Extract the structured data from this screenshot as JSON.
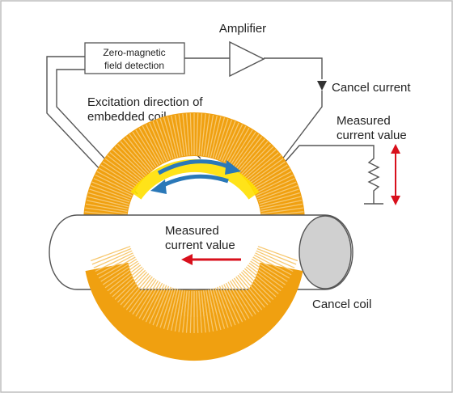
{
  "labels": {
    "amplifier": "Amplifier",
    "zero_magnetic_line1": "Zero-magnetic",
    "zero_magnetic_line2": "field detection",
    "cancel_current": "Cancel current",
    "excitation_line1": "Excitation direction of",
    "excitation_line2": "embedded coil",
    "measured_right_line1": "Measured",
    "measured_right_line2": "current value",
    "measured_center_line1": "Measured",
    "measured_center_line2": "current value",
    "cancel_coil": "Cancel coil"
  },
  "colors": {
    "coil_orange": "#f0a010",
    "coil_stripe": "#f7c870",
    "inner_ring_yellow": "#ffe000",
    "excitation_arrow_blue": "#2a78b8",
    "current_arrow_red": "#d8101c",
    "conductor_end_gray": "#d0d0d0",
    "wire_gray": "#555555"
  }
}
